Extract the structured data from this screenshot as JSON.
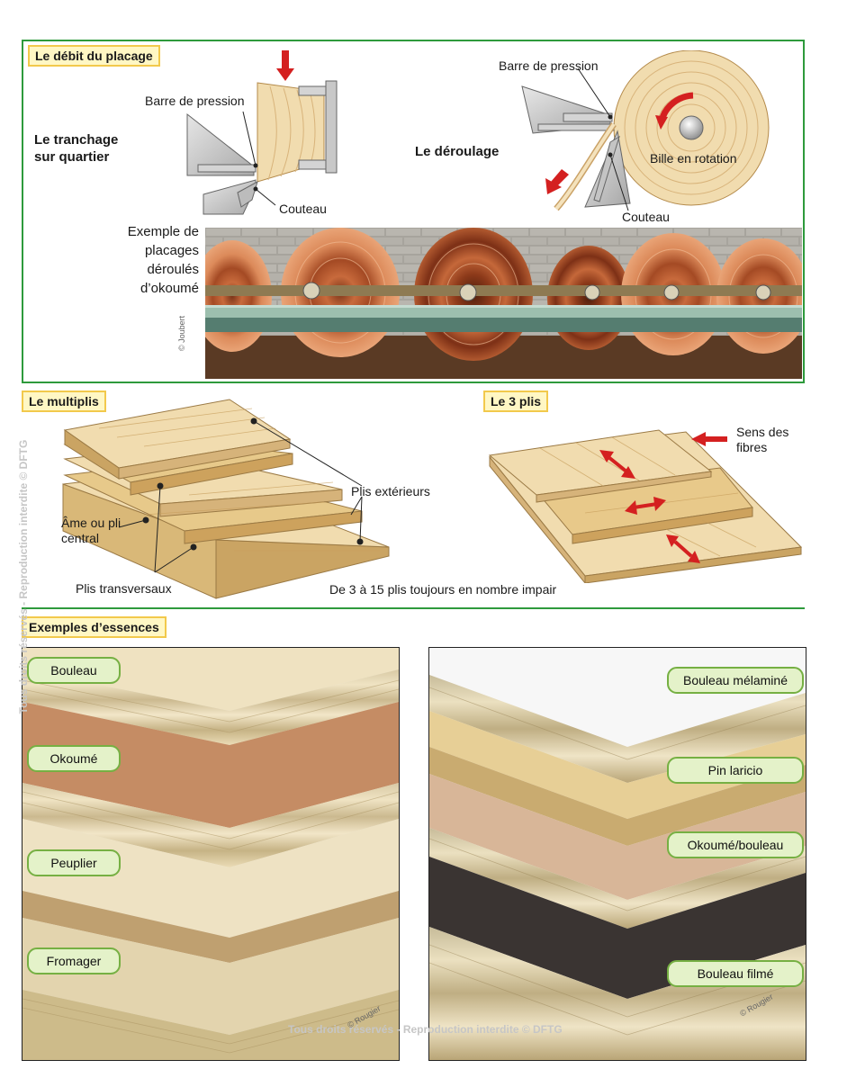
{
  "placage": {
    "title": "Le débit du placage",
    "tranchage": {
      "title": "Le tranchage sur quartier",
      "pressure_bar": "Barre de pression",
      "knife": "Couteau"
    },
    "deroulage": {
      "title": "Le déroulage",
      "pressure_bar": "Barre de pression",
      "log": "Bille en rotation",
      "knife": "Couteau"
    },
    "photo_caption": "Exemple de placages déroulés d’okoumé",
    "photo_credit": "© Joubert"
  },
  "multiplis": {
    "title": "Le multiplis",
    "outer_plies": "Plis extérieurs",
    "core": "Âme ou pli central",
    "cross_plies": "Plis transversaux",
    "note": "De 3 à 15 plis toujours en nombre impair"
  },
  "trois_plis": {
    "title": "Le 3 plis",
    "grain": "Sens des fibres"
  },
  "essences": {
    "title": "Exemples d’essences",
    "left": [
      "Bouleau",
      "Okoumé",
      "Peuplier",
      "Fromager"
    ],
    "right": [
      "Bouleau mélaminé",
      "Pin laricio",
      "Okoumé/bouleau",
      "Bouleau filmé"
    ],
    "credit_left": "© Rougier",
    "credit_right": "© Rougier"
  },
  "watermark": "Tous droits réservés - Reproduction interdite © DFTG",
  "watermark_side": "Tous droits réservés - Reproduction interdite © DFTG",
  "colors": {
    "frame_green": "#2e9a3c",
    "tag_fill": "#fff7c4",
    "tag_border": "#f2c94c",
    "pill_fill": "#e4f2c9",
    "pill_border": "#76b043",
    "arrow_red": "#d42020",
    "wood": "#f1dcaf"
  }
}
